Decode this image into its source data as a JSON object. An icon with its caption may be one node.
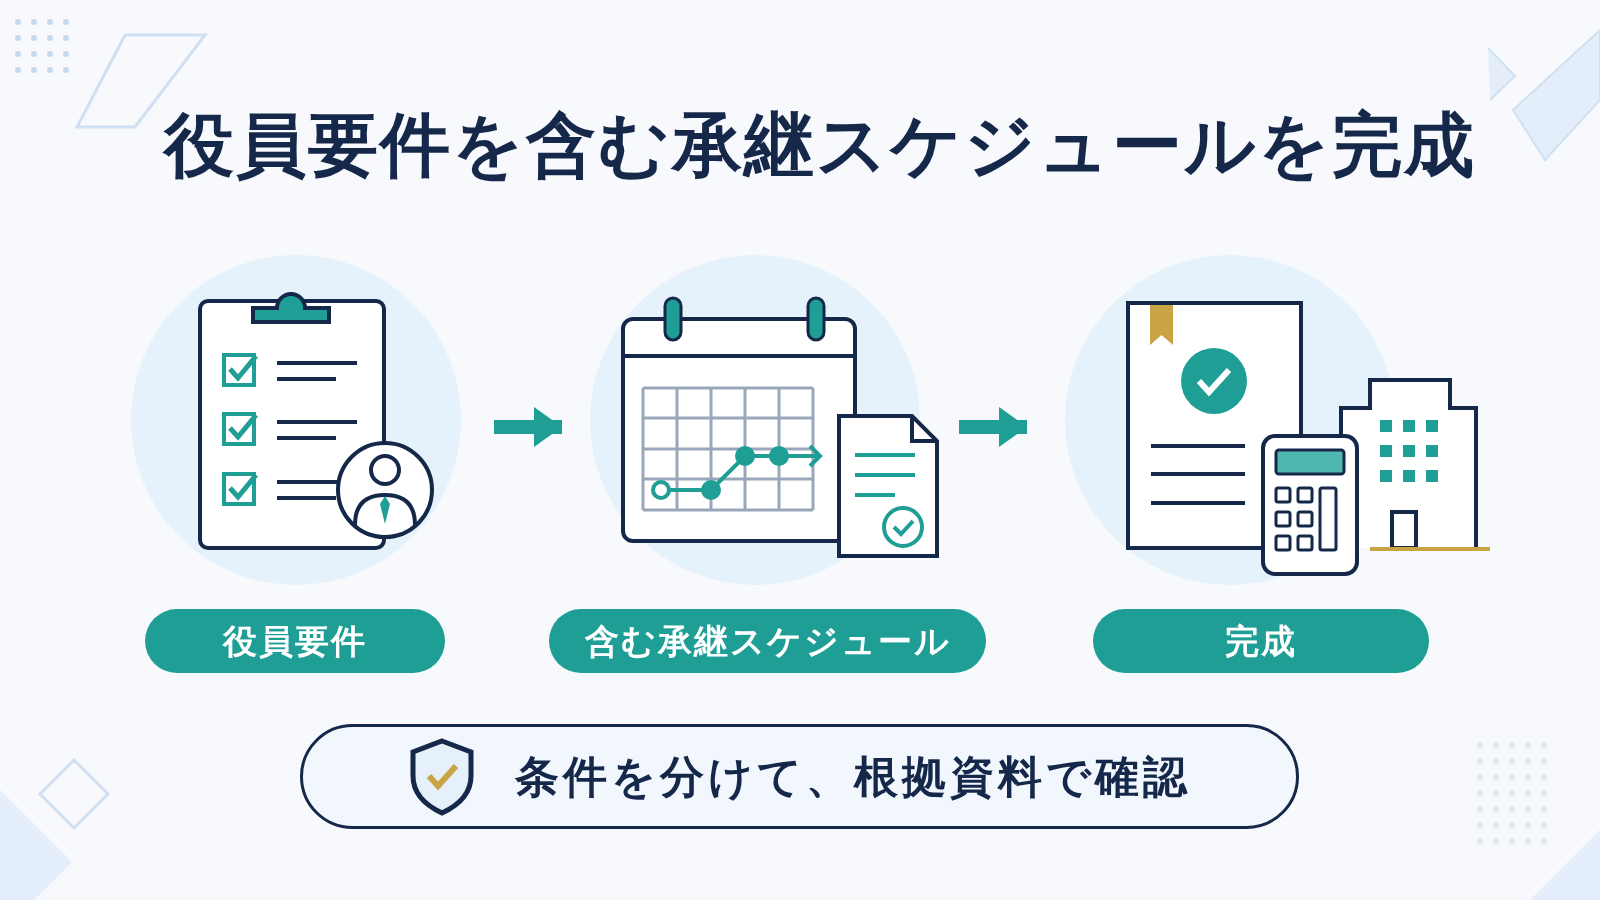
{
  "diagram": {
    "title": "役員要件を含む承継スケジュールを完成",
    "nodes": [
      {
        "text": [],
        "shape": "picture"
      },
      {
        "text": [],
        "shape": "picture"
      },
      {
        "text": [],
        "shape": "picture"
      },
      {
        "text": [
          "役員要件"
        ]
      },
      {
        "text": [
          "含む承継スケジュール"
        ]
      },
      {
        "text": [
          "完成"
        ]
      },
      {
        "text": [
          "条件を分けて、根拠資料で確認"
        ]
      }
    ],
    "edges": [
      {
        "from": 0,
        "to": 1,
        "arrow": "to"
      },
      {
        "from": 1,
        "to": 2,
        "arrow": "to"
      }
    ]
  }
}
